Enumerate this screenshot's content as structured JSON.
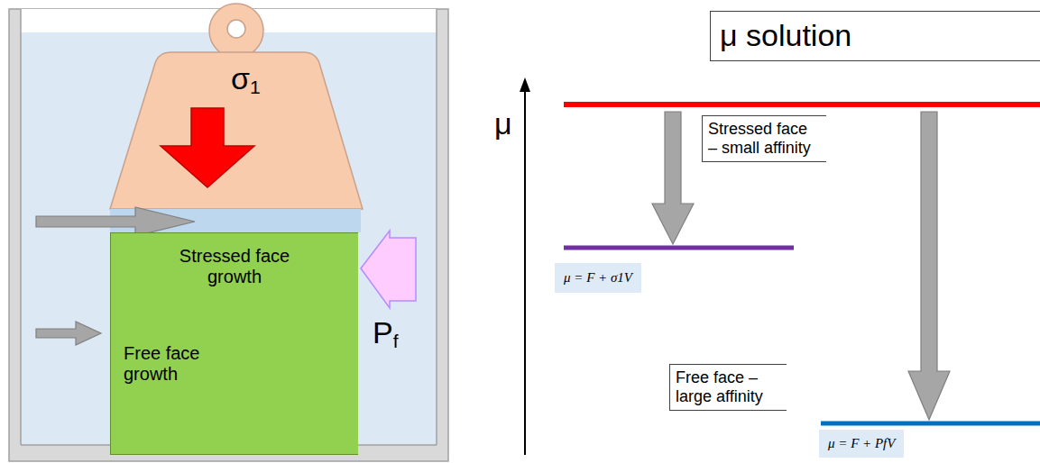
{
  "diagram": {
    "nodes": [
      {
        "text": [
          "Stressed face growth",
          "Free face growth"
        ]
      },
      {
        "text": [
          "μ solution"
        ]
      },
      {
        "text": [
          "Stressed face – small affinity"
        ]
      },
      {
        "text": [
          "Free face – large affinity"
        ]
      },
      {
        "text": [
          "μ = F + σ1V"
        ]
      },
      {
        "text": [
          "μ = F + PfV"
        ]
      }
    ],
    "labels": [
      "σ1",
      "Pf",
      "μ"
    ]
  }
}
